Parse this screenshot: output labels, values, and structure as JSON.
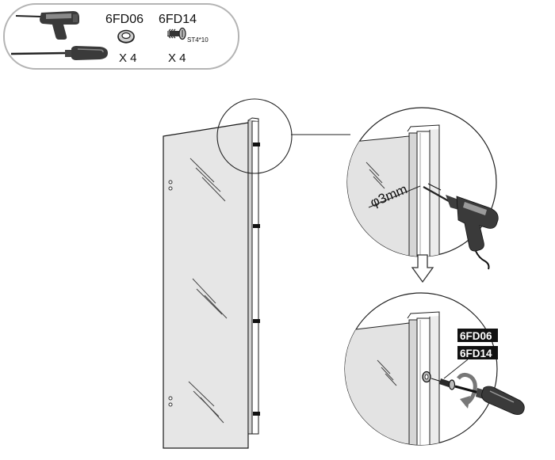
{
  "parts": {
    "part1": {
      "code": "6FD06",
      "qty": "X 4"
    },
    "part2": {
      "code": "6FD14",
      "spec": "ST4*10",
      "qty": "X 4"
    }
  },
  "drill_step": {
    "hole_label": "φ3mm"
  },
  "screw_step": {
    "tag1": "6FD06",
    "tag2": "6FD14"
  },
  "icons": [
    "electric-drill-icon",
    "screwdriver-icon",
    "washer-icon",
    "screw-icon",
    "down-arrow-icon"
  ]
}
